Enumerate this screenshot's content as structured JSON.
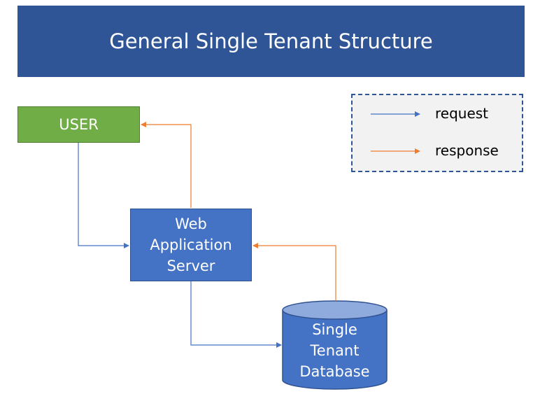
{
  "title": "General Single Tenant Structure",
  "nodes": {
    "user": {
      "label": "USER"
    },
    "web_server": {
      "lines": [
        "Web",
        "Application",
        "Server"
      ]
    },
    "database": {
      "lines": [
        "Single",
        "Tenant",
        "Database"
      ]
    }
  },
  "legend": {
    "request_label": "request",
    "response_label": "response"
  },
  "colors": {
    "title_bg": "#2f5597",
    "user_fill": "#70ad47",
    "node_fill": "#4472c4",
    "db_top": "#8faadc",
    "request_arrow": "#4472c4",
    "response_arrow": "#ed7d31",
    "legend_border": "#2f5597"
  }
}
